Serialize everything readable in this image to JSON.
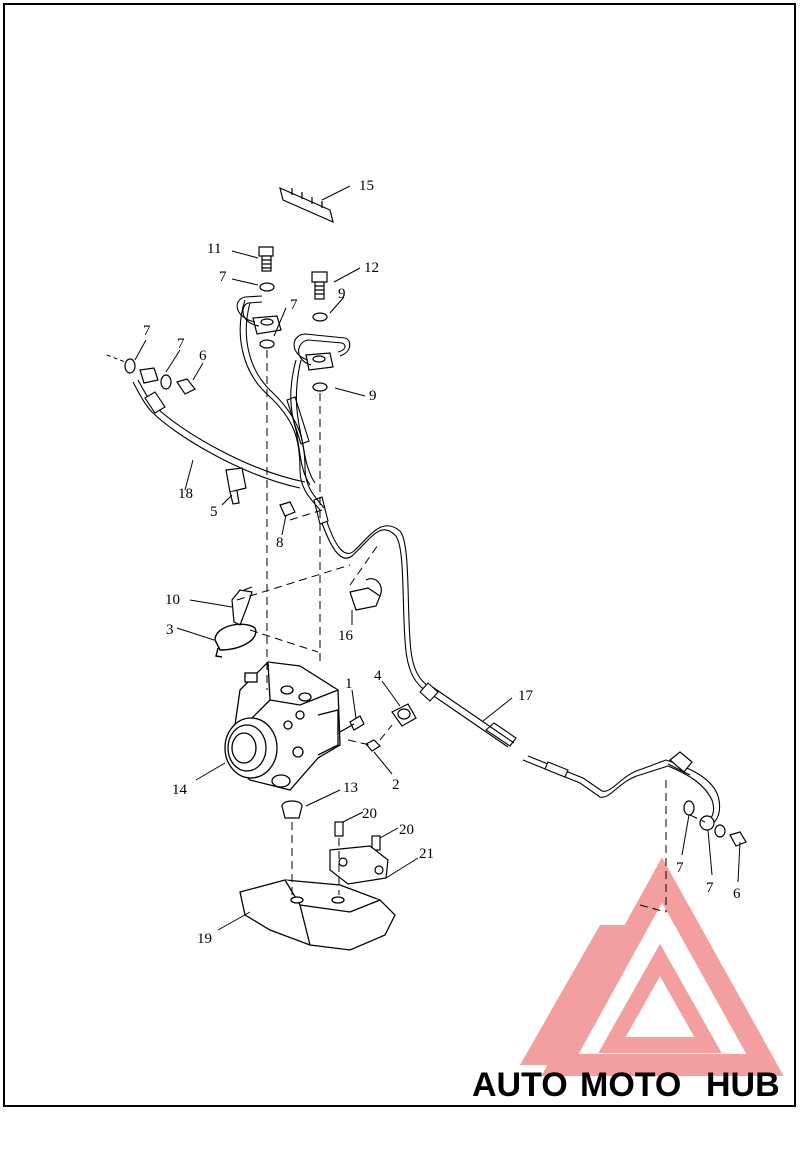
{
  "diagram": {
    "callouts": [
      {
        "id": "c15",
        "label": "15"
      },
      {
        "id": "c11",
        "label": "11"
      },
      {
        "id": "c12",
        "label": "12"
      },
      {
        "id": "c7a",
        "label": "7"
      },
      {
        "id": "c7b",
        "label": "7"
      },
      {
        "id": "c9a",
        "label": "9"
      },
      {
        "id": "c7c",
        "label": "7"
      },
      {
        "id": "c7d",
        "label": "7"
      },
      {
        "id": "c6a",
        "label": "6"
      },
      {
        "id": "c9b",
        "label": "9"
      },
      {
        "id": "c18",
        "label": "18"
      },
      {
        "id": "c5",
        "label": "5"
      },
      {
        "id": "c8",
        "label": "8"
      },
      {
        "id": "c10",
        "label": "10"
      },
      {
        "id": "c3",
        "label": "3"
      },
      {
        "id": "c16",
        "label": "16"
      },
      {
        "id": "c1",
        "label": "1"
      },
      {
        "id": "c4",
        "label": "4"
      },
      {
        "id": "c17",
        "label": "17"
      },
      {
        "id": "c14",
        "label": "14"
      },
      {
        "id": "c2",
        "label": "2"
      },
      {
        "id": "c13",
        "label": "13"
      },
      {
        "id": "c20a",
        "label": "20"
      },
      {
        "id": "c20b",
        "label": "20"
      },
      {
        "id": "c21",
        "label": "21"
      },
      {
        "id": "c7e",
        "label": "7"
      },
      {
        "id": "c7f",
        "label": "7"
      },
      {
        "id": "c6b",
        "label": "6"
      },
      {
        "id": "c19",
        "label": "19"
      }
    ]
  },
  "watermark": {
    "brand_part1": "AUTO",
    "brand_part2": "MOTO",
    "brand_part3": "HUB",
    "color_primary": "#f08080",
    "color_accent": "#f5b041",
    "color_dark": "#8c8c8c"
  }
}
